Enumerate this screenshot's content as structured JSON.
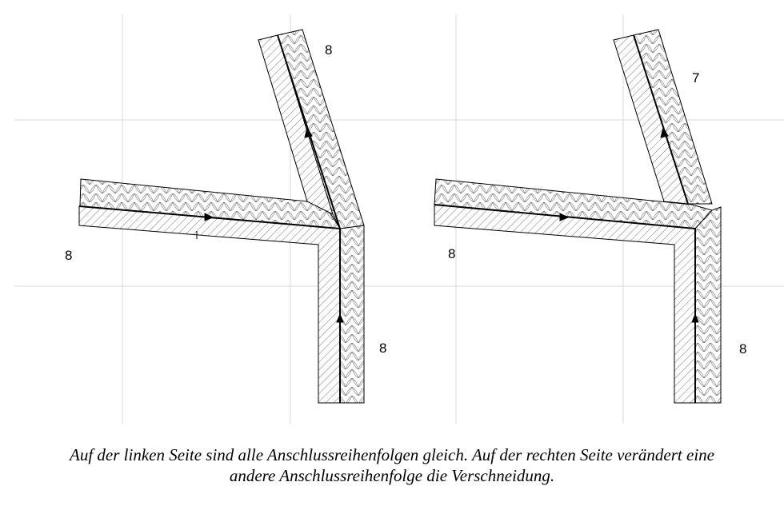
{
  "diagram": {
    "left": {
      "wall_horizontal_label": "8",
      "wall_upper_label": "8",
      "wall_vertical_label": "8"
    },
    "right": {
      "wall_horizontal_label": "8",
      "wall_upper_label": "7",
      "wall_vertical_label": "8"
    }
  },
  "caption": {
    "line1": "Auf der linken Seite sind alle Anschlussreihenfolgen gleich. Auf der rechten Seite verändert eine",
    "line2": "andere Anschlussreihenfolge die Verschneidung."
  }
}
